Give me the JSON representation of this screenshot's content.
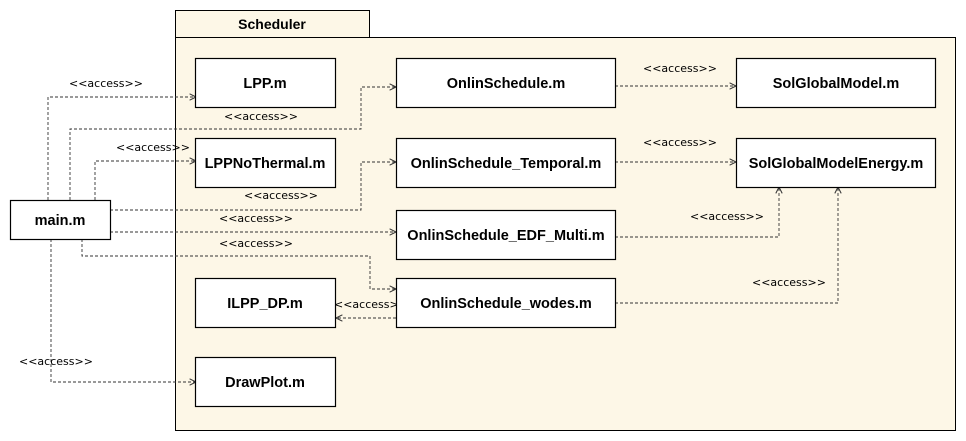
{
  "package": {
    "title": "Scheduler"
  },
  "nodes": {
    "main": "main.m",
    "lpp": "LPP.m",
    "lpp_no_thermal": "LPPNoThermal.m",
    "ilpp_dp": "ILPP_DP.m",
    "draw_plot": "DrawPlot.m",
    "onlin_schedule": "OnlinSchedule.m",
    "onlin_schedule_temporal": "OnlinSchedule_Temporal.m",
    "onlin_schedule_edf_multi": "OnlinSchedule_EDF_Multi.m",
    "onlin_schedule_wodes": "OnlinSchedule_wodes.m",
    "sol_global_model": "SolGlobalModel.m",
    "sol_global_model_energy": "SolGlobalModelEnergy.m"
  },
  "dependencies": [
    {
      "from": "main.m",
      "to": "LPP.m",
      "label": "<<access>>"
    },
    {
      "from": "main.m",
      "to": "OnlinSchedule.m",
      "label": "<<access>>"
    },
    {
      "from": "main.m",
      "to": "LPPNoThermal.m",
      "label": "<<access>>"
    },
    {
      "from": "main.m",
      "to": "OnlinSchedule_Temporal.m",
      "label": "<<access>>"
    },
    {
      "from": "main.m",
      "to": "OnlinSchedule_EDF_Multi.m",
      "label": "<<access>>"
    },
    {
      "from": "main.m",
      "to": "OnlinSchedule_wodes.m",
      "label": "<<access>>"
    },
    {
      "from": "main.m",
      "to": "DrawPlot.m",
      "label": "<<access>>"
    },
    {
      "from": "OnlinSchedule.m",
      "to": "SolGlobalModel.m",
      "label": "<<access>>"
    },
    {
      "from": "OnlinSchedule_Temporal.m",
      "to": "SolGlobalModelEnergy.m",
      "label": "<<access>>"
    },
    {
      "from": "OnlinSchedule_EDF_Multi.m",
      "to": "SolGlobalModelEnergy.m",
      "label": "<<access>>"
    },
    {
      "from": "OnlinSchedule_wodes.m",
      "to": "SolGlobalModelEnergy.m",
      "label": "<<access>>"
    },
    {
      "from": "OnlinSchedule_wodes.m",
      "to": "ILPP_DP.m",
      "label": "<<access>>"
    }
  ],
  "colors": {
    "package_fill": "#fdf7e7",
    "node_fill": "#ffffff",
    "line": "#333333"
  }
}
